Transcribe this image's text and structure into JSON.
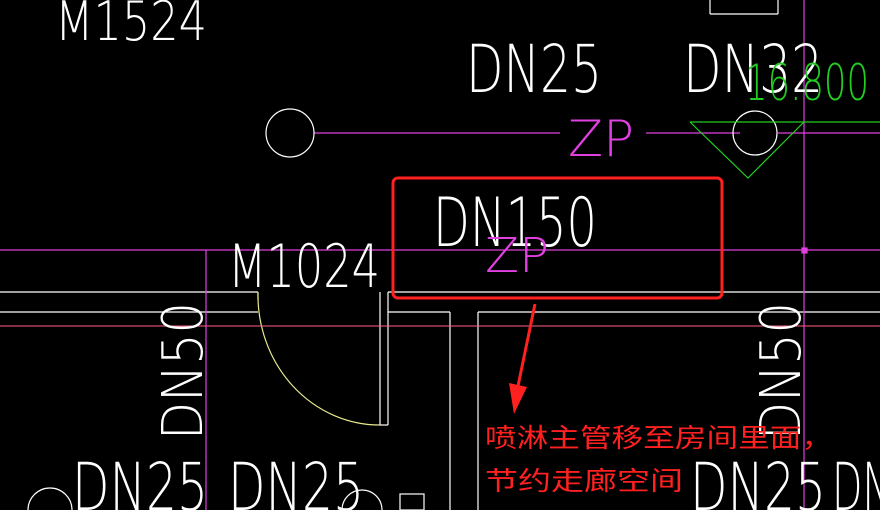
{
  "labels": {
    "m1524": "M1524",
    "dn25_top": "DN25",
    "dn32_top": "DN32",
    "elevation": "16.800",
    "zp_top": "ZP",
    "dn150": "DN150",
    "zp_mid": "ZP",
    "m1024": "M1024",
    "dn50_left": "DN50",
    "dn50_right": "DN50",
    "dn25_bl1": "DN25",
    "dn25_bl2": "DN25",
    "dn25_br": "DN25",
    "dn_edge": "DN"
  },
  "annotation": {
    "line1": "喷淋主管移至房间里面，",
    "line2": "节约走廊空间"
  },
  "colors": {
    "background": "#000000",
    "white": "#ffffff",
    "magenta": "#e040e0",
    "green": "#22cc22",
    "yellow": "#e8e890",
    "red": "#ff2020",
    "pink_line": "#ff6080"
  }
}
